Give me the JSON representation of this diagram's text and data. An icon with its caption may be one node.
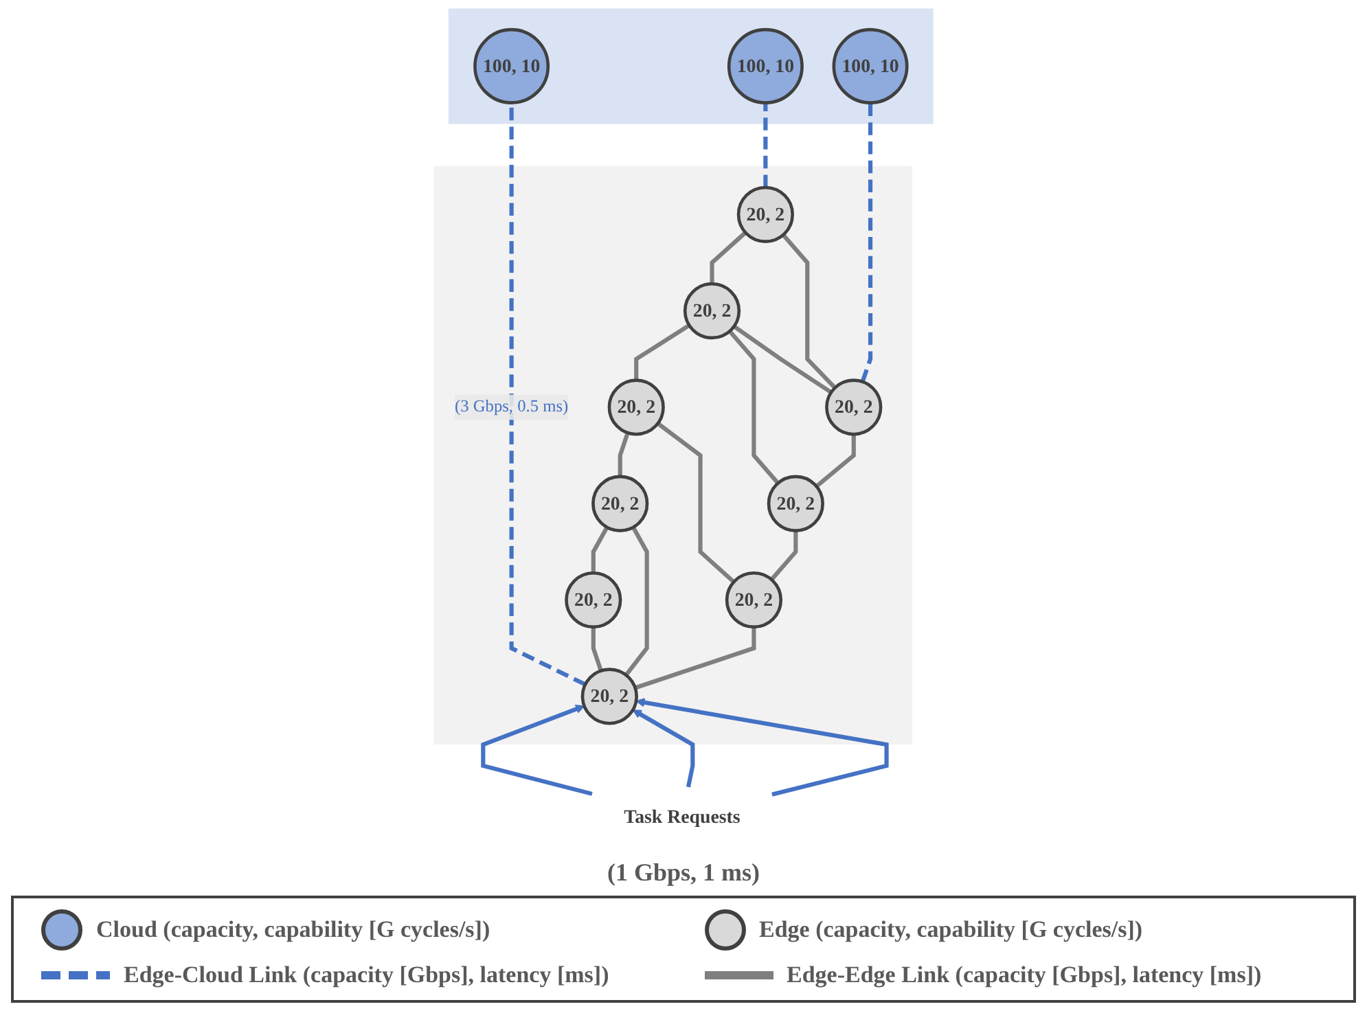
{
  "diagram": {
    "nodes": [
      {
        "text": [],
        "shape": "band"
      },
      {
        "text": [],
        "shape": "band"
      },
      {
        "text": [
          "100, 10"
        ],
        "in": 0
      },
      {
        "text": [
          "100, 10"
        ],
        "in": 0
      },
      {
        "text": [
          "100, 10"
        ],
        "in": 0
      },
      {
        "text": [
          "20, 2"
        ],
        "in": 1
      },
      {
        "text": [
          "20, 2"
        ],
        "in": 1
      },
      {
        "text": [
          "20, 2"
        ],
        "in": 1
      },
      {
        "text": [
          "20, 2"
        ],
        "in": 1
      },
      {
        "text": [
          "20, 2"
        ],
        "in": 1
      },
      {
        "text": [
          "20, 2"
        ],
        "in": 1
      },
      {
        "text": [
          "20, 2"
        ],
        "in": 1
      },
      {
        "text": [
          "20, 2"
        ],
        "in": 1
      },
      {
        "text": [
          "20, 2"
        ],
        "in": 1
      },
      {
        "text": [
          "Task Requests"
        ]
      }
    ],
    "edges": [
      {
        "from": 10,
        "to": 2,
        "arrow": "none",
        "style": "dashed",
        "color": "#4472c4",
        "label": "(3 Gbps, 0.5 ms)"
      },
      {
        "from": 9,
        "to": 3,
        "arrow": "none",
        "style": "dashed",
        "color": "#4472c4"
      },
      {
        "from": 13,
        "to": 4,
        "arrow": "none",
        "style": "dashed",
        "color": "#4472c4"
      },
      {
        "from": 5,
        "to": 6,
        "arrow": "none"
      },
      {
        "from": 6,
        "to": 7,
        "arrow": "none"
      },
      {
        "from": 7,
        "to": 8,
        "arrow": "none"
      },
      {
        "from": 8,
        "to": 9,
        "arrow": "none"
      },
      {
        "from": 10,
        "to": 5,
        "arrow": "none"
      },
      {
        "from": 10,
        "to": 6,
        "arrow": "none"
      },
      {
        "from": 11,
        "to": 7,
        "arrow": "none"
      },
      {
        "from": 12,
        "to": 8,
        "arrow": "none"
      },
      {
        "from": 13,
        "to": 8,
        "arrow": "none"
      },
      {
        "from": 13,
        "to": 9,
        "arrow": "none"
      },
      {
        "from": 10,
        "to": 11,
        "arrow": "none"
      },
      {
        "from": 11,
        "to": 12,
        "arrow": "none"
      },
      {
        "from": 12,
        "to": 13,
        "arrow": "none"
      },
      {
        "from": 14,
        "to": 10,
        "arrow": "to",
        "color": "#4472c4"
      },
      {
        "from": 14,
        "to": 10,
        "arrow": "to",
        "color": "#4472c4"
      },
      {
        "from": 14,
        "to": 10,
        "arrow": "to",
        "color": "#4472c4"
      }
    ],
    "labels": [
      "(1 Gbps, 1 ms)"
    ],
    "legend": [
      {
        "text": "Cloud (capacity, capability [G cycles/s])",
        "color": "#8faadc"
      },
      {
        "text": "Edge (capacity, capability [G cycles/s])",
        "color": "#d9d9d9"
      },
      {
        "text": "Edge-Cloud Link (capacity [Gbps], latency [ms])"
      },
      {
        "text": "Edge-Edge Link (capacity [Gbps], latency [ms])"
      }
    ]
  }
}
